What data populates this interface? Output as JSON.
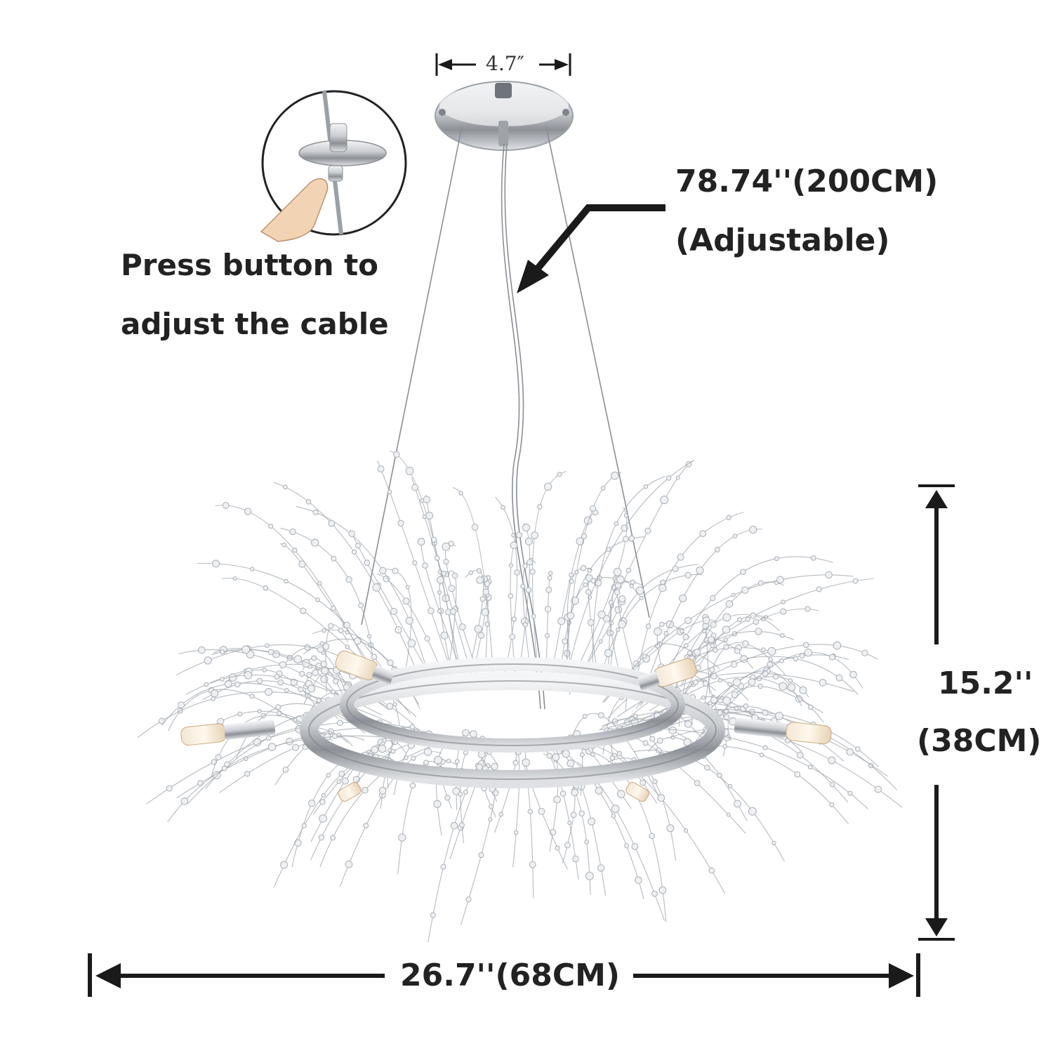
{
  "labels": {
    "canopy_width": "4.7″",
    "cable_length": "78.74''(200CM)",
    "cable_adjustable": "(Adjustable)",
    "press_line1": "Press button to",
    "press_line2": "adjust the cable",
    "height_in": "15.2''",
    "height_cm": "(38CM)",
    "width": "26.7''(68CM)"
  },
  "colors": {
    "text": "#222222",
    "arrow": "#1a1a1a",
    "chrome": "#c9ccd0",
    "chrome_dark": "#8d9197",
    "crystal": "#b8bdc4",
    "finger": "#f2d3b3"
  }
}
